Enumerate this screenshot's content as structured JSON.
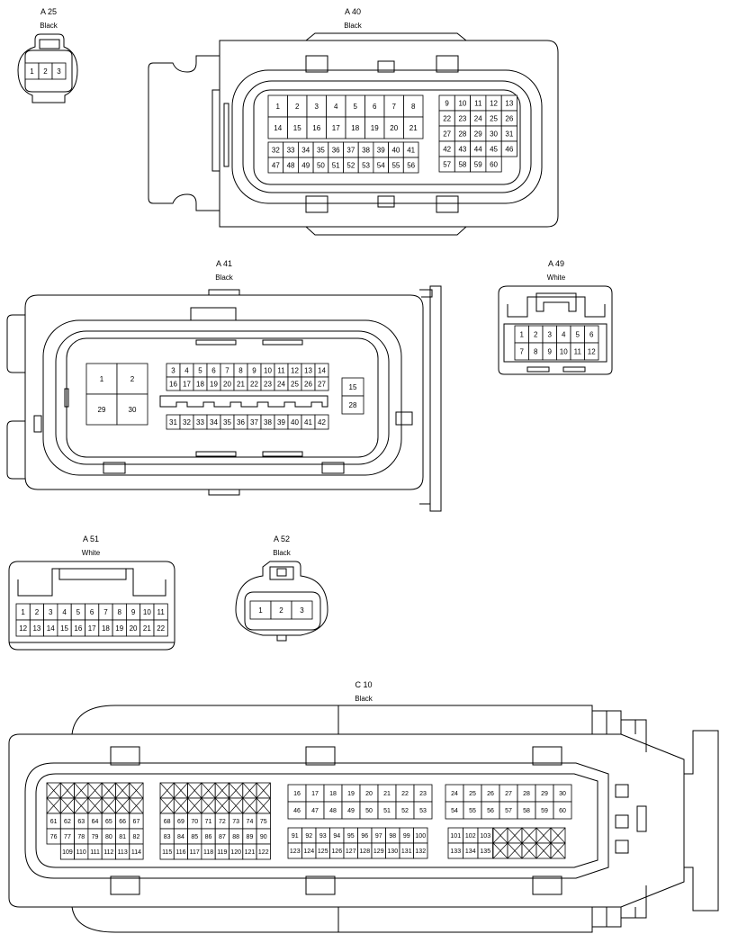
{
  "connectors": [
    {
      "key": "A25",
      "id": "A 25",
      "color": "Black",
      "rows": [
        [
          "1",
          "2",
          "3"
        ]
      ]
    },
    {
      "key": "A40",
      "id": "A 40",
      "color": "Black",
      "groups": [
        [
          [
            "1",
            "2",
            "3",
            "4",
            "5",
            "6",
            "7",
            "8"
          ],
          [
            "14",
            "15",
            "16",
            "17",
            "18",
            "19",
            "20",
            "21"
          ]
        ],
        [
          [
            "32",
            "33",
            "34",
            "35",
            "36",
            "37",
            "38",
            "39",
            "40",
            "41"
          ],
          [
            "47",
            "48",
            "49",
            "50",
            "51",
            "52",
            "53",
            "54",
            "55",
            "56"
          ]
        ],
        [
          [
            "9",
            "10",
            "11",
            "12",
            "13"
          ],
          [
            "22",
            "23",
            "24",
            "25",
            "26"
          ],
          [
            "27",
            "28",
            "29",
            "30",
            "31"
          ],
          [
            "42",
            "43",
            "44",
            "45",
            "46"
          ],
          [
            "57",
            "58",
            "59",
            "60"
          ]
        ]
      ]
    },
    {
      "key": "A41",
      "id": "A 41",
      "color": "Black",
      "big": [
        [
          "1",
          "2"
        ],
        [
          "29",
          "30"
        ]
      ],
      "rowTop": [
        "3",
        "4",
        "5",
        "6",
        "7",
        "8",
        "9",
        "10",
        "11",
        "12",
        "13",
        "14"
      ],
      "rowMid": [
        "16",
        "17",
        "18",
        "19",
        "20",
        "21",
        "22",
        "23",
        "24",
        "25",
        "26",
        "27"
      ],
      "rowBot": [
        "31",
        "32",
        "33",
        "34",
        "35",
        "36",
        "37",
        "38",
        "39",
        "40",
        "41",
        "42"
      ],
      "side": [
        "15",
        "28"
      ]
    },
    {
      "key": "A49",
      "id": "A 49",
      "color": "White",
      "rows": [
        [
          "1",
          "2",
          "3",
          "4",
          "5",
          "6"
        ],
        [
          "7",
          "8",
          "9",
          "10",
          "11",
          "12"
        ]
      ]
    },
    {
      "key": "A51",
      "id": "A 51",
      "color": "White",
      "rows": [
        [
          "1",
          "2",
          "3",
          "4",
          "5",
          "6",
          "7",
          "8",
          "9",
          "10",
          "11"
        ],
        [
          "12",
          "13",
          "14",
          "15",
          "16",
          "17",
          "18",
          "19",
          "20",
          "21",
          "22"
        ]
      ]
    },
    {
      "key": "A52",
      "id": "A 52",
      "color": "Black",
      "rows": [
        [
          "1",
          "2",
          "3"
        ]
      ]
    },
    {
      "key": "C10",
      "id": "C 10",
      "color": "Black",
      "b1": [
        [
          "61",
          "62",
          "63",
          "64",
          "65",
          "66",
          "67"
        ],
        [
          "76",
          "77",
          "78",
          "79",
          "80",
          "81",
          "82"
        ],
        [
          "109",
          "110",
          "111",
          "112",
          "113",
          "114"
        ]
      ],
      "b2": [
        [
          "68",
          "69",
          "70",
          "71",
          "72",
          "73",
          "74",
          "75"
        ],
        [
          "83",
          "84",
          "85",
          "86",
          "87",
          "88",
          "89",
          "90"
        ],
        [
          "115",
          "116",
          "117",
          "118",
          "119",
          "120",
          "121",
          "122"
        ]
      ],
      "b3": [
        [
          "16",
          "17",
          "18",
          "19",
          "20",
          "21",
          "22",
          "23"
        ],
        [
          "46",
          "47",
          "48",
          "49",
          "50",
          "51",
          "52",
          "53"
        ]
      ],
      "b4": [
        [
          "91",
          "92",
          "93",
          "94",
          "95",
          "96",
          "97",
          "98",
          "99",
          "100"
        ],
        [
          "123",
          "124",
          "125",
          "126",
          "127",
          "128",
          "129",
          "130",
          "131",
          "132"
        ]
      ],
      "b5": [
        [
          "24",
          "25",
          "26",
          "27",
          "28",
          "29",
          "30"
        ],
        [
          "54",
          "55",
          "56",
          "57",
          "58",
          "59",
          "60"
        ]
      ],
      "b6": [
        [
          "101",
          "102",
          "103"
        ],
        [
          "133",
          "134",
          "135"
        ]
      ]
    }
  ]
}
